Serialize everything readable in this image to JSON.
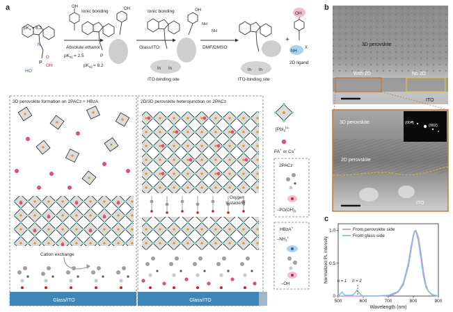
{
  "panels": {
    "a": "a",
    "b": "b",
    "c": "c"
  },
  "scheme": {
    "pka_oh": "pK",
    "pka_oh_sub": "a",
    "pka_oh_val": "= 8.2",
    "pka1": "pK",
    "pka1_sub": "a1",
    "pka1_val": "= 2.5",
    "pka2": "pK",
    "pka2_sub": "a2",
    "pka2_val": "= 8.2",
    "ionic_bonding_1": "Ionic bonding",
    "ionic_bonding_2": "Ionic bonding",
    "solvent_1": "Absolute ethanol",
    "substrate": "Glass/ITO",
    "solvent_2": "DMF/DMSO",
    "ito_site_1": "ITO-binding site",
    "ito_site_2": "ITO-binding site",
    "ligand_2d": "2D ligand",
    "oh": "OH",
    "ho": "HO",
    "p": "P",
    "o": "O",
    "n": "N",
    "nh2": "NH",
    "nh3": "NH",
    "in": "In",
    "x": "X"
  },
  "schematic": {
    "left_title": "3D perovskite formation on 2PACz + HBzA",
    "right_title": "2D/3D perovskite heterojunction on 2PACz",
    "oxygen_stacking": "Oxygen",
    "stacking": "π-stacking",
    "cation_exchange": "Cation exchange",
    "glass_ito_left": "Glass/ITO",
    "glass_ito_right": "Glass/ITO"
  },
  "legend": {
    "pbi6": "[PbI",
    "pbi6_sub": "6",
    "pbi6_sup": "]4−",
    "fa_cs": "FA",
    "fa_cs_rest": "or Cs",
    "pacz": "2PACz",
    "po_oh": "–PO(OH)",
    "po_sub": "2",
    "hbza": "HBzA",
    "hbza_sup": "+",
    "nh3_label": "–NH",
    "nh3_sub": "3",
    "nh3_sup": "+",
    "oh_label": "–OH"
  },
  "tem": {
    "perovskite_3d_top": "3D perovskite",
    "with_2d": "With 2D",
    "no_2d": "No 2D",
    "ito_top": "ITO",
    "perovskite_3d_bottom": "3D perovskite",
    "perovskite_2d": "2D perovskite",
    "ito_bottom": "ITO",
    "fft_004": "(004)",
    "fft_002": "(002)"
  },
  "chart_data": {
    "type": "line",
    "xlabel": "Wavelength (nm)",
    "ylabel": "Normalized PL intensity",
    "xlim": [
      500,
      900
    ],
    "ylim": [
      0,
      1.1
    ],
    "xticks": [
      500,
      600,
      700,
      800,
      900
    ],
    "yticks": [
      0,
      0.5,
      1.0
    ],
    "ytick_labels": [
      "0",
      "0.5",
      "1.0"
    ],
    "legend_position": "top-left",
    "annotations": [
      {
        "text": "n = 1",
        "x": 515
      },
      {
        "text": "n = 2",
        "x": 575
      }
    ],
    "series": [
      {
        "name": "From perovskite side",
        "color": "#d98de0",
        "x": [
          500,
          560,
          620,
          660,
          700,
          720,
          740,
          760,
          780,
          790,
          800,
          805,
          810,
          820,
          830,
          840,
          850,
          860,
          880,
          900
        ],
        "y": [
          0.0,
          0.0,
          0.0,
          0.0,
          0.01,
          0.02,
          0.06,
          0.17,
          0.45,
          0.68,
          0.9,
          0.98,
          1.0,
          0.9,
          0.66,
          0.38,
          0.17,
          0.07,
          0.01,
          0.0
        ]
      },
      {
        "name": "From glass side",
        "color": "#7fc4e0",
        "x": [
          500,
          505,
          510,
          515,
          520,
          525,
          530,
          545,
          560,
          570,
          575,
          580,
          590,
          600,
          640,
          700,
          740,
          760,
          780,
          790,
          800,
          805,
          810,
          820,
          830,
          840,
          850,
          870,
          900
        ],
        "y": [
          0.0,
          0.02,
          0.04,
          0.06,
          0.04,
          0.02,
          0.01,
          0.01,
          0.02,
          0.06,
          0.09,
          0.06,
          0.02,
          0.0,
          0.0,
          0.01,
          0.07,
          0.2,
          0.5,
          0.74,
          0.93,
          0.99,
          0.98,
          0.84,
          0.58,
          0.31,
          0.13,
          0.03,
          0.0
        ]
      }
    ]
  }
}
